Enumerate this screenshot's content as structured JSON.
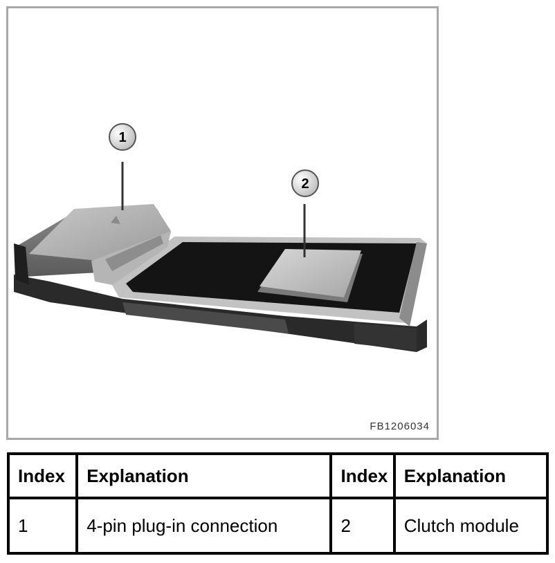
{
  "figure": {
    "image_code": "FB1206034",
    "callouts": [
      "1",
      "2"
    ]
  },
  "legend": {
    "headers": [
      "Index",
      "Explanation",
      "Index",
      "Explanation"
    ],
    "row": [
      "1",
      "4-pin plug-in connection",
      "2",
      "Clutch module"
    ]
  }
}
